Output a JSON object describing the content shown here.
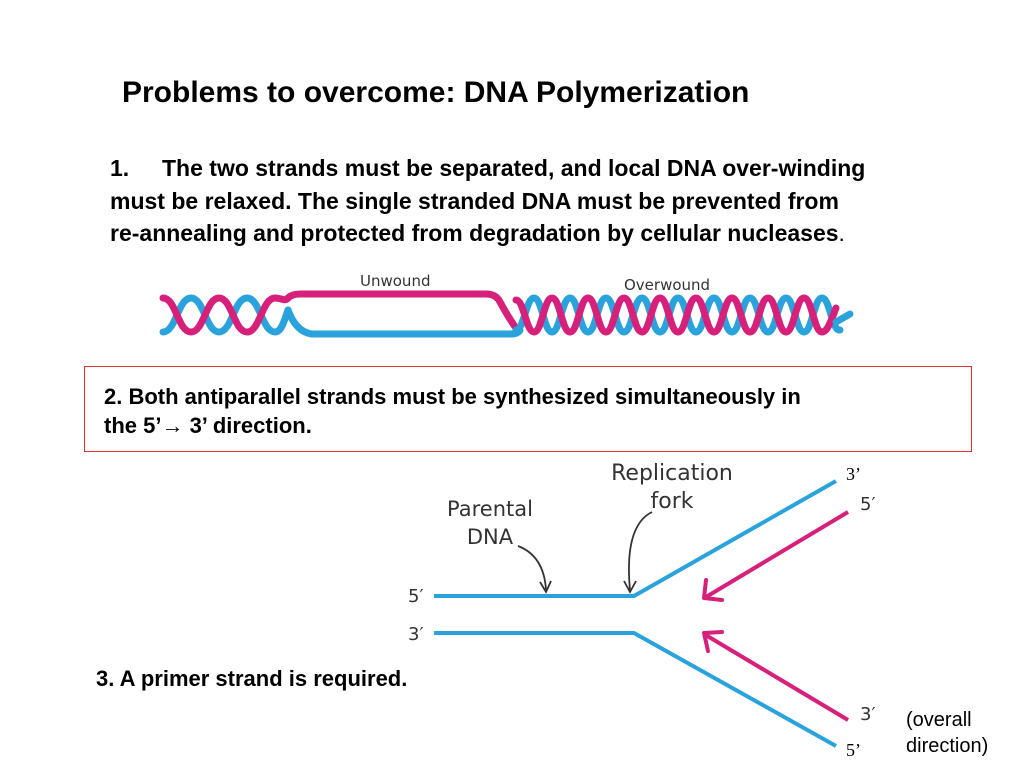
{
  "title": "Problems to overcome: DNA Polymerization",
  "point1": {
    "number": "1.",
    "line1": "The two strands must be separated, and local DNA over-winding",
    "line2": "must be relaxed. The single stranded DNA must be prevented from",
    "line3": "re-annealing and protected from degradation by cellular nucleases",
    "line3_end": "."
  },
  "dna_diagram": {
    "unwound_label": "Unwound",
    "overwound_label": "Overwound",
    "colors": {
      "strand_pink": "#d6207a",
      "strand_blue": "#2aa3dc"
    }
  },
  "point2": {
    "line1": "2. Both antiparallel strands must be synthesized simultaneously in",
    "line2": "the 5’→ 3’ direction.",
    "box_color": "#e03131"
  },
  "fork_diagram": {
    "parental_label_1": "Parental",
    "parental_label_2": "DNA",
    "fork_label_1": "Replication",
    "fork_label_2": "fork",
    "left_top_end": "5′",
    "left_bottom_end": "3′",
    "upper_right_outer_end": "3’",
    "upper_right_inner_end": "5′",
    "lower_right_inner_end": "3′",
    "lower_right_outer_end": "5’"
  },
  "point3": "3. A primer strand is required.",
  "overall_direction": {
    "line1": "(overall",
    "line2": "direction)"
  }
}
